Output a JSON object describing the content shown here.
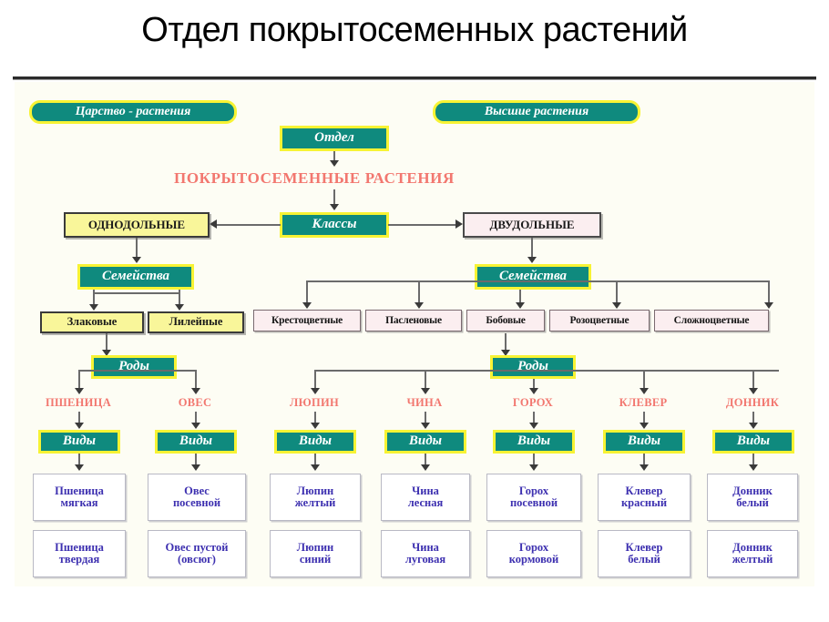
{
  "slide": {
    "title": "Отдел покрытосеменных растений"
  },
  "diagram": {
    "kingdom_pill": "Царство - растения",
    "higher_plants_pill": "Высшие растения",
    "division_rank": "Отдел",
    "division_name": "ПОКРЫТОСЕМЕННЫЕ  РАСТЕНИЯ",
    "classes_rank": "Классы",
    "class_monocot": "ОДНОДОЛЬНЫЕ",
    "class_dicot": "ДВУДОЛЬНЫЕ",
    "families_rank_left": "Семейства",
    "families_rank_right": "Семейства",
    "families_monocot": [
      "Злаковые",
      "Лилейные"
    ],
    "families_dicot": [
      "Крестоцветные",
      "Пасленовые",
      "Бобовые",
      "Розоцветные",
      "Сложноцветные"
    ],
    "genera_rank_left": "Роды",
    "genera_rank_right": "Роды",
    "genera": [
      "ПШЕНИЦА",
      "ОВЕС",
      "ЛЮПИН",
      "ЧИНА",
      "ГОРОХ",
      "КЛЕВЕР",
      "ДОННИК"
    ],
    "species_rank": "Виды",
    "species_columns": [
      {
        "genus": "ПШЕНИЦА",
        "first_line_a": "Пшеница",
        "first_line_b": "мягкая",
        "second_line_a": "Пшеница",
        "second_line_b": "твердая"
      },
      {
        "genus": "ОВЕС",
        "first_line_a": "Овес",
        "first_line_b": "посевной",
        "second_line_a": "Овес пустой",
        "second_line_b": "(овсюг)"
      },
      {
        "genus": "ЛЮПИН",
        "first_line_a": "Люпин",
        "first_line_b": "желтый",
        "second_line_a": "Люпин",
        "second_line_b": "синий"
      },
      {
        "genus": "ЧИНА",
        "first_line_a": "Чина",
        "first_line_b": "лесная",
        "second_line_a": "Чина",
        "second_line_b": "луговая"
      },
      {
        "genus": "ГОРОХ",
        "first_line_a": "Горох",
        "first_line_b": "посевной",
        "second_line_a": "Горох",
        "second_line_b": "кормовой"
      },
      {
        "genus": "КЛЕВЕР",
        "first_line_a": "Клевер",
        "first_line_b": "красный",
        "second_line_a": "Клевер",
        "second_line_b": "белый"
      },
      {
        "genus": "ДОННИК",
        "first_line_a": "Донник",
        "first_line_b": "белый",
        "second_line_a": "Донник",
        "second_line_b": "желтый"
      }
    ]
  },
  "colors": {
    "teal": "#0f8a7e",
    "yellow_border": "#f7f334",
    "yellow_fill": "#f9f69a",
    "pink_fill": "#fbeef0",
    "red_text": "#f2776f",
    "blue_text": "#3d30b0",
    "panel_bg": "#fdfdf4"
  }
}
